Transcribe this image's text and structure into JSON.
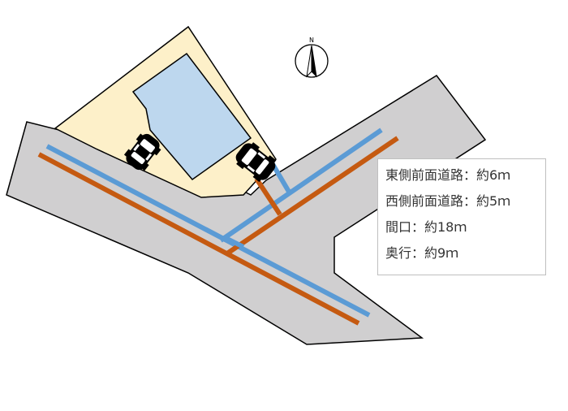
{
  "site_map": {
    "compass": {
      "label": "N"
    },
    "info": {
      "lines": [
        "東側前面道路：約6ｍ",
        "西側前面道路：約5ｍ",
        "間口：約18ｍ",
        "奥行：約9ｍ"
      ]
    },
    "colors": {
      "road": "#d0cfd0",
      "lot": "#fdf0c9",
      "building": "#bdd7ee",
      "line_blue": "#5b9bd5",
      "line_orange": "#c55a11",
      "outline": "#000000"
    },
    "icons": [
      "car-icon",
      "car-icon",
      "north-arrow-icon"
    ]
  }
}
